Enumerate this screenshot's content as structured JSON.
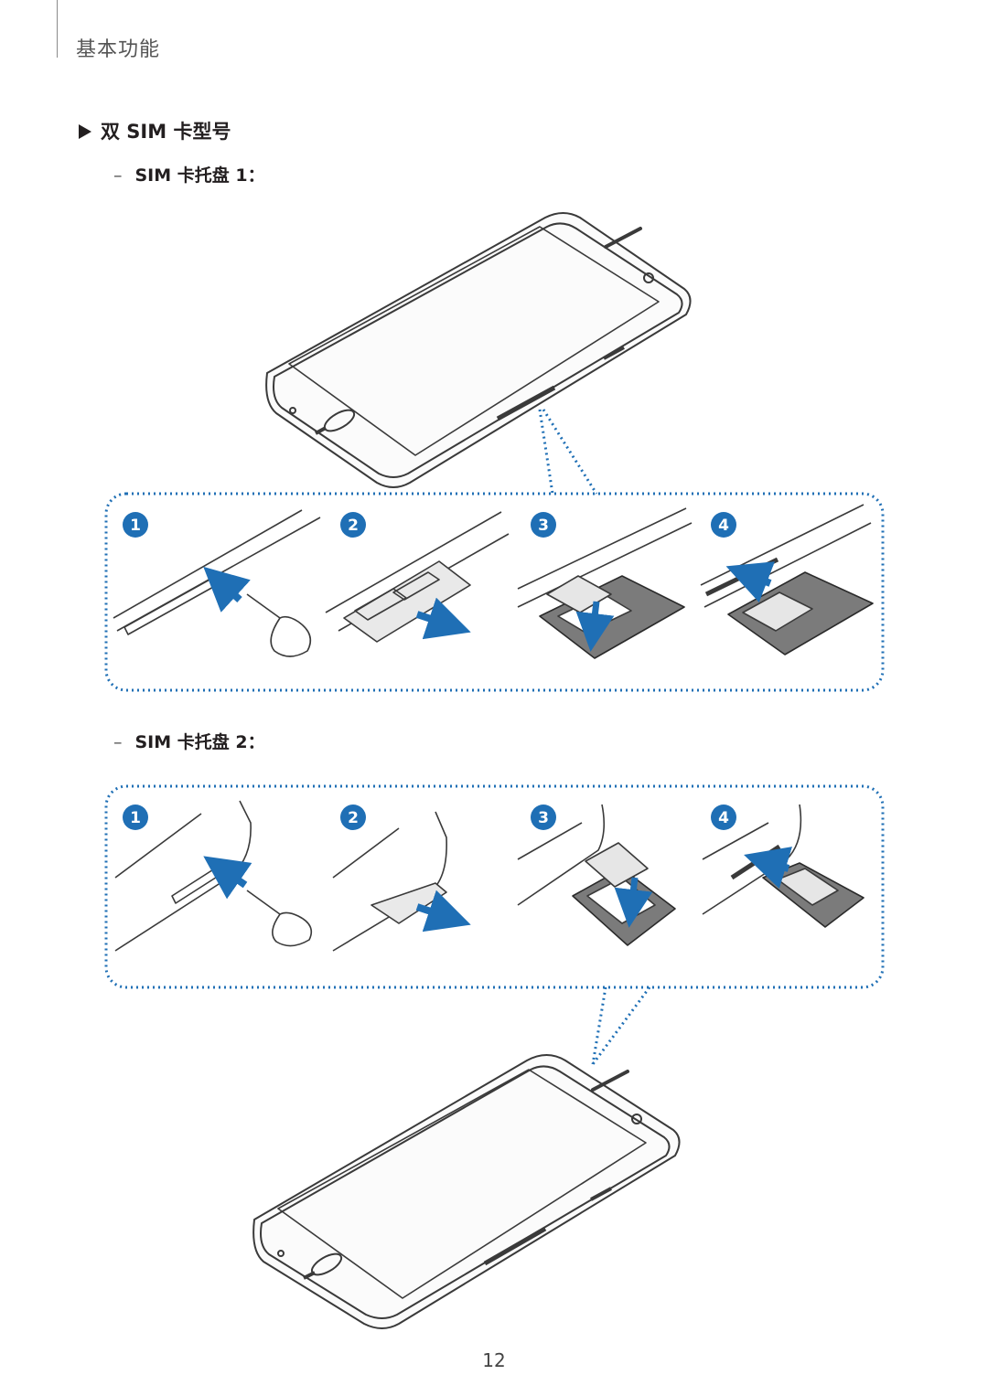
{
  "header": {
    "chapter_title": "基本功能"
  },
  "section": {
    "title": "双 SIM 卡型号"
  },
  "tray1": {
    "title": "SIM 卡托盘 1：",
    "steps": [
      "1",
      "2",
      "3",
      "4"
    ]
  },
  "tray2": {
    "title": "SIM 卡托盘 2：",
    "steps": [
      "1",
      "2",
      "3",
      "4"
    ]
  },
  "footer": {
    "page_number": "12"
  },
  "colors": {
    "accent": "#1f6fb5",
    "line": "#3a3a3a"
  }
}
